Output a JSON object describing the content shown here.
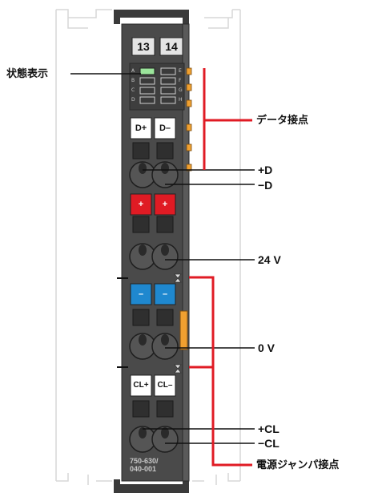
{
  "terminal_numbers": [
    "13",
    "14"
  ],
  "led_letters_left": [
    "A",
    "B",
    "C",
    "D"
  ],
  "led_letters_right": [
    "E",
    "F",
    "G",
    "H"
  ],
  "data_connectors": [
    "D+",
    "D–"
  ],
  "supply_symbols": [
    "+",
    "+"
  ],
  "zero_symbols": [
    "–",
    "–"
  ],
  "cl_connectors": [
    "CL+",
    "CL–"
  ],
  "part_number": [
    "750-630/",
    "040-001"
  ],
  "labels": {
    "status": "状態表示",
    "data_contacts": "データ接点",
    "plus_d": "+D",
    "minus_d": "−D",
    "v24": "24 V",
    "v0": "0 V",
    "plus_cl": "+CL",
    "minus_cl": "−CL",
    "jumper": "電源ジャンパ接点"
  },
  "colors": {
    "module_body": "#4a4a4a",
    "accent_red": "#e01b24",
    "accent_blue": "#1f88cf",
    "accent_orange": "#f0a030",
    "leader_line": "#111111"
  }
}
